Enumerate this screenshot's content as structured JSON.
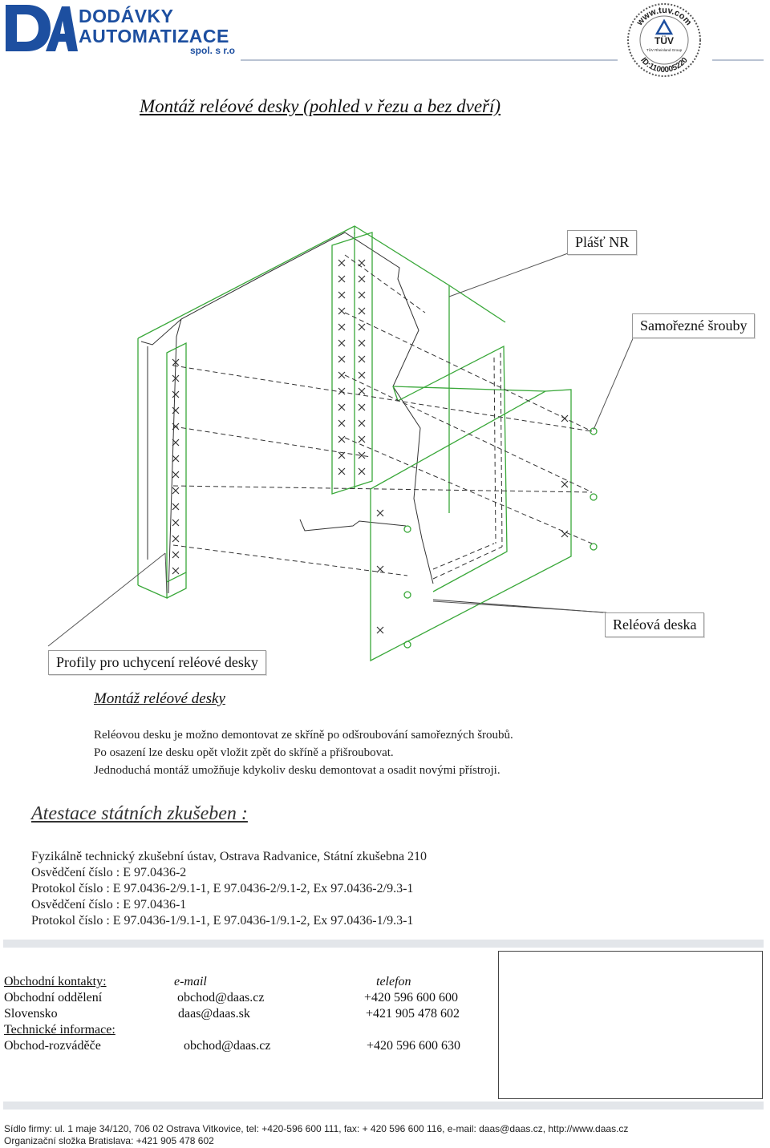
{
  "header": {
    "logo_line1": "DODÁVKY",
    "logo_line2": "AUTOMATIZACE",
    "logo_line3": "spol. s r.o",
    "tuv_url": "www.tuv.com",
    "tuv_brand": "TÜV",
    "tuv_group": "TÜV Rheinland Group",
    "tuv_id": "ID:1100005220"
  },
  "title": "Montáž reléové desky (pohled v řezu a bez dveří)",
  "diagram": {
    "callouts": {
      "plast": "Plášť NR",
      "srouby": "Samořezné šrouby",
      "deska": "Reléová deska",
      "profily": "Profily pro uchycení reléové desky"
    },
    "colors": {
      "green": "#3aa83a",
      "dark": "#333333"
    }
  },
  "montaz": {
    "heading": "Montáž reléové desky",
    "lines": [
      "Reléovou desku je možno demontovat ze skříně po odšroubování samořezných šroubů.",
      "Po osazení lze desku opět vložit zpět do skříně a přišroubovat.",
      "Jednoduchá montáž umožňuje kdykoliv desku demontovat a osadit novými přístroji."
    ]
  },
  "attestation": {
    "heading": "Atestace státních zkušeben :",
    "lines": [
      "Fyzikálně technický zkušební ústav, Ostrava  Radvanice, Státní zkušebna 210",
      "Osvědčení číslo : E 97.0436-2",
      "Protokol číslo : E 97.0436-2/9.1-1, E 97.0436-2/9.1-2, Ex 97.0436-2/9.3-1",
      "Osvědčení číslo : E 97.0436-1",
      "Protokol číslo : E 97.0436-1/9.1-1, E 97.0436-1/9.1-2, Ex 97.0436-1/9.3-1"
    ]
  },
  "contacts": {
    "headers": {
      "label": "Obchodní kontakty:",
      "email": "e-mail",
      "phone": "telefon"
    },
    "rows": [
      {
        "label": "Obchodní oddělení",
        "email": "obchod@daas.cz",
        "phone": "+420 596 600 600"
      },
      {
        "label": "Slovensko",
        "email": "daas@daas.sk",
        "phone": "+421 905 478 602"
      }
    ],
    "tech_header": "Technické informace:",
    "tech_rows": [
      {
        "label": "Obchod-rozváděče",
        "email": "obchod@daas.cz",
        "phone": "+420 596 600 630"
      }
    ]
  },
  "footer": {
    "line1": "Sídlo firmy: ul. 1 maje 34/120, 706 02 Ostrava Vitkovice, tel: +420-596 600 111, fax: + 420 596 600 116, e-mail: daas@daas.cz, http://www.daas.cz",
    "line2": "Organizační složka Bratislava: +421 905 478 602"
  }
}
